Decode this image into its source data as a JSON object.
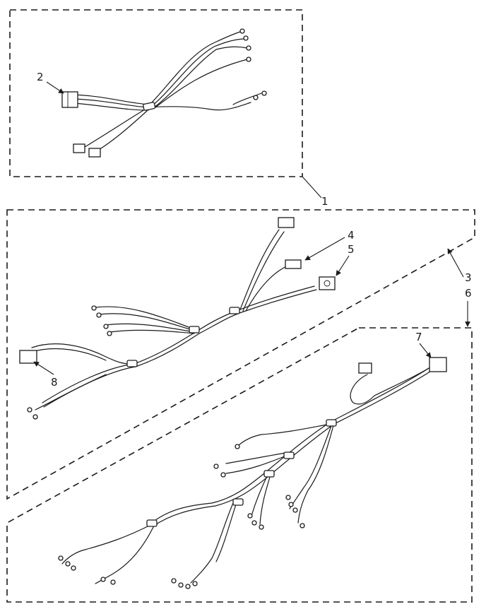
{
  "diagram": {
    "callouts": [
      {
        "label": "1"
      },
      {
        "label": "2"
      },
      {
        "label": "3"
      },
      {
        "label": "4"
      },
      {
        "label": "5"
      },
      {
        "label": "6"
      },
      {
        "label": "7"
      },
      {
        "label": "8"
      }
    ]
  }
}
